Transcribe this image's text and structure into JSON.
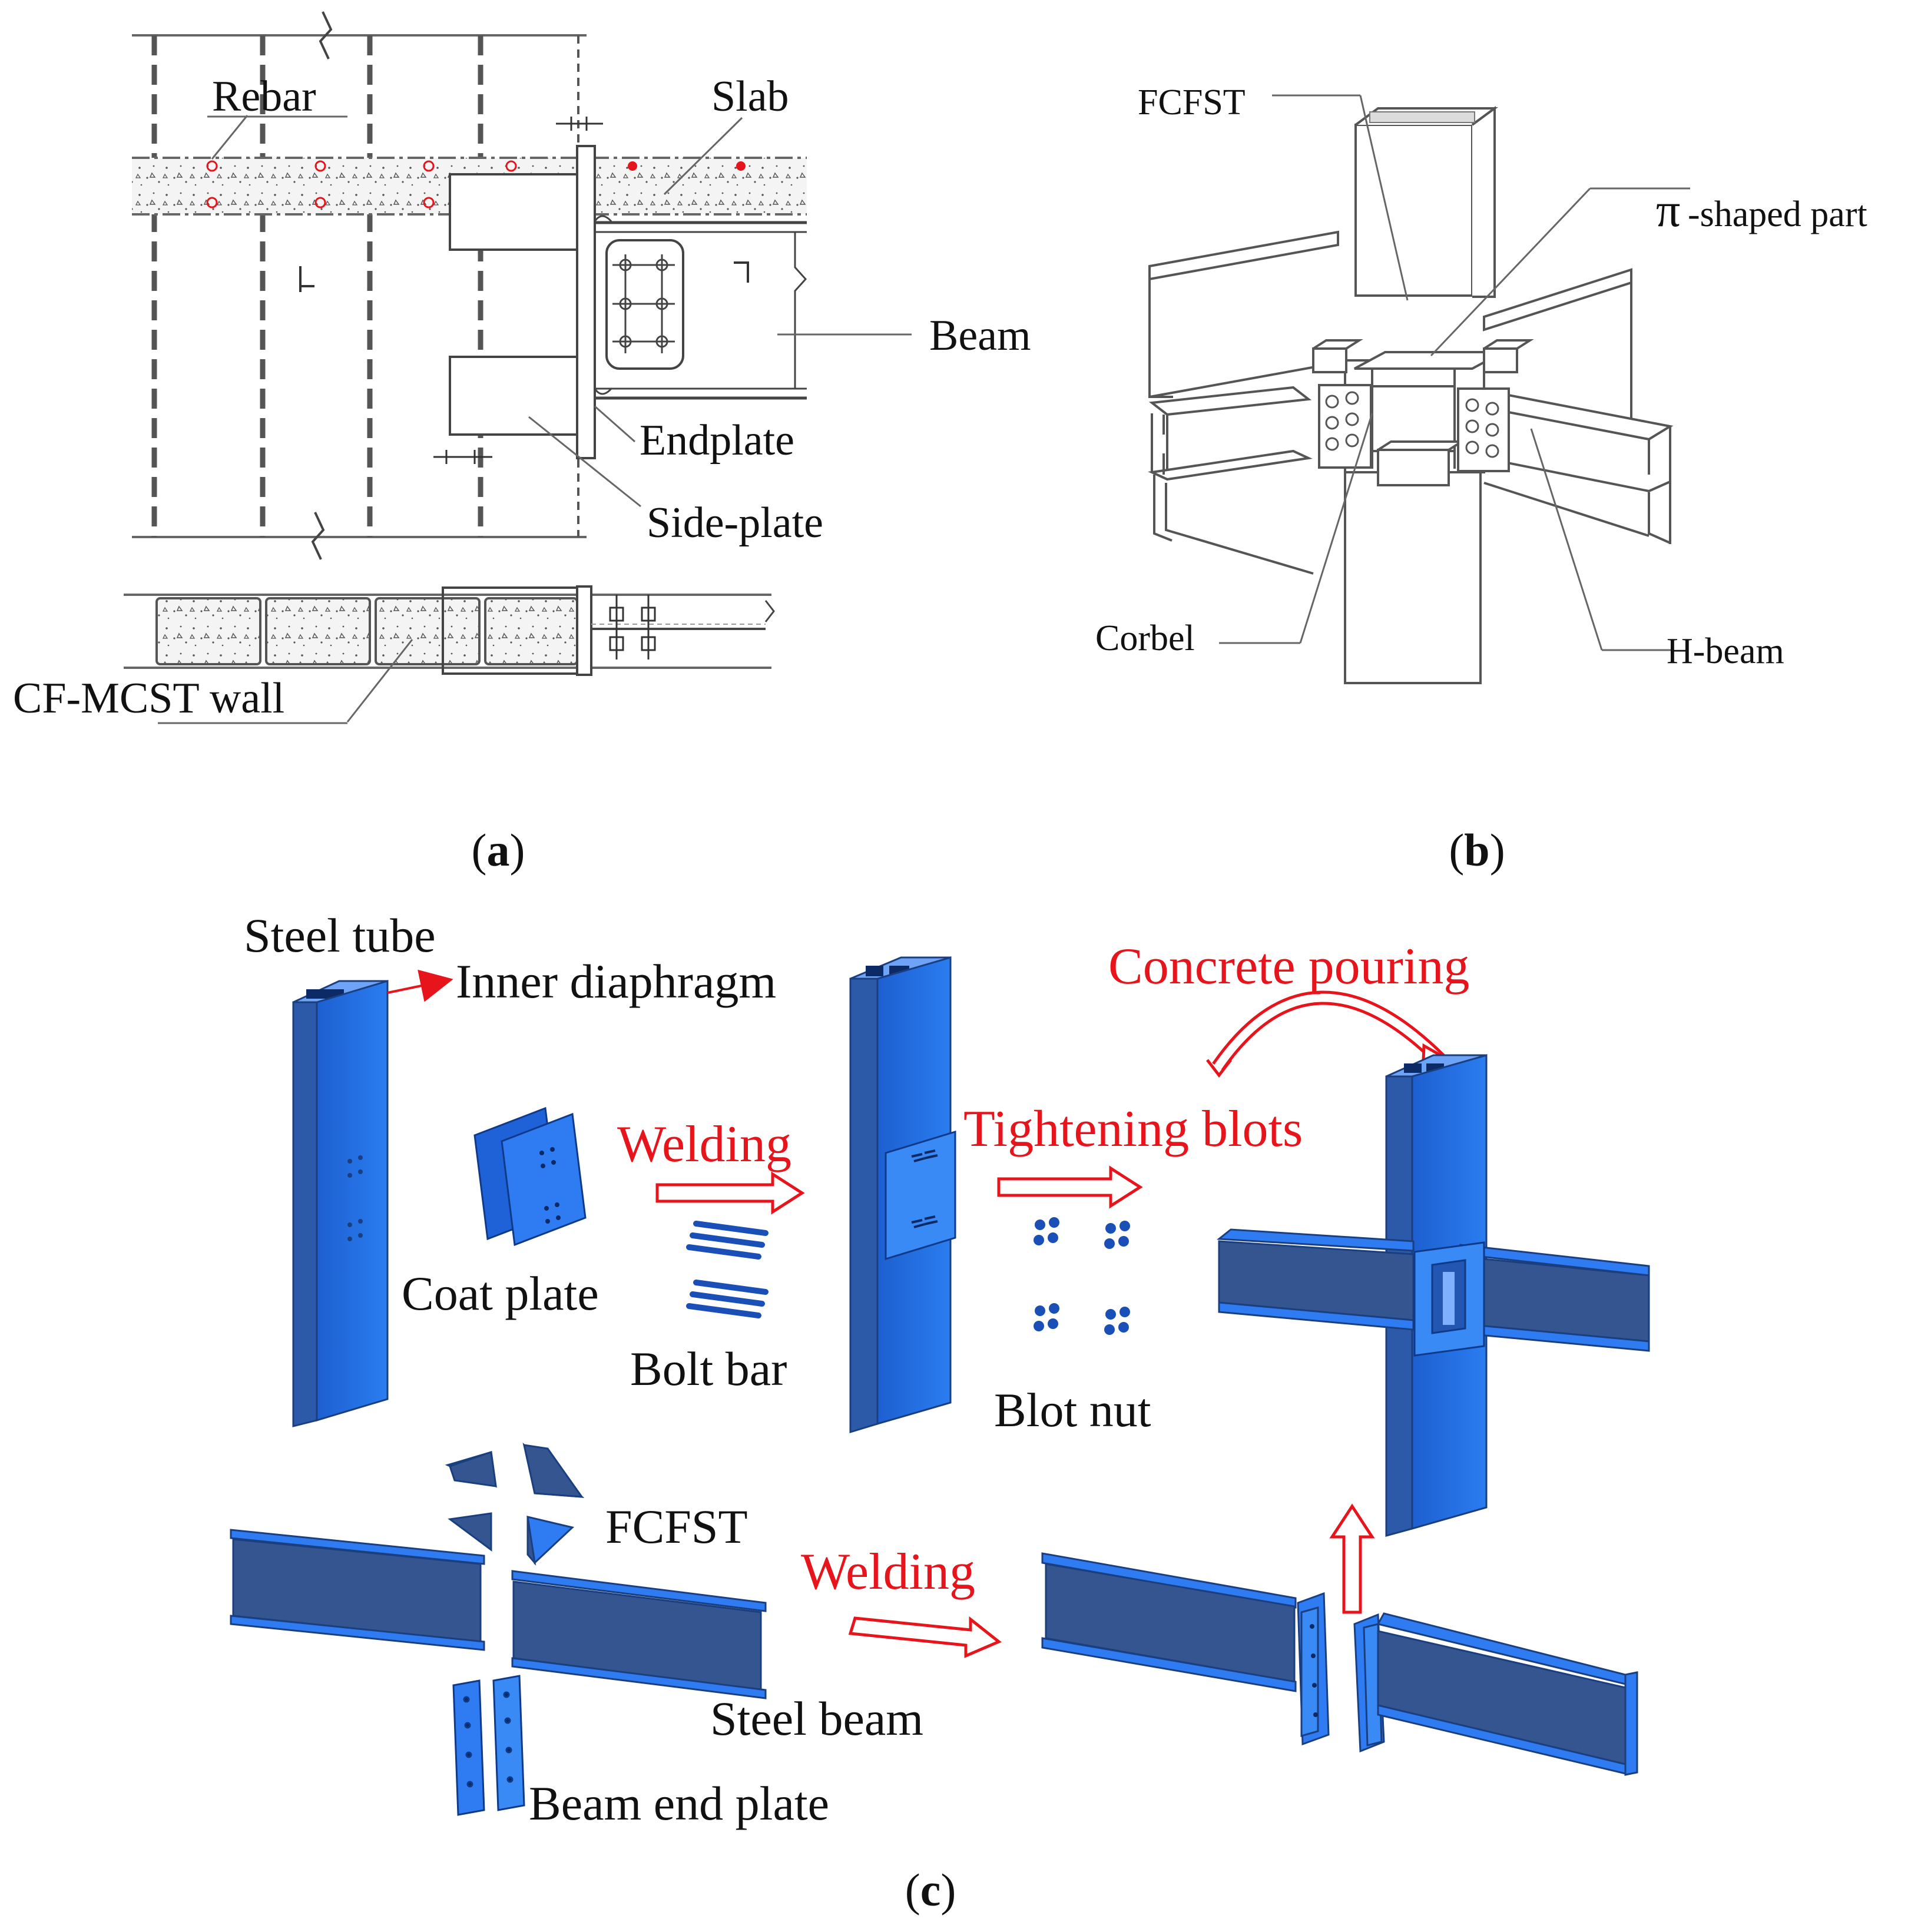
{
  "panel_a": {
    "label_rebar": "Rebar",
    "label_slab": "Slab",
    "label_beam": "Beam",
    "label_endplate": "Endplate",
    "label_sideplate": "Side-plate",
    "label_wall": "CF-MCST wall",
    "caption": "a"
  },
  "panel_b": {
    "label_fcfst": "FCFST",
    "label_pi_symbol": "π",
    "label_pi_text": "-shaped part",
    "label_corbel": "Corbel",
    "label_hbeam": "H-beam",
    "caption": "b"
  },
  "panel_c": {
    "label_steel_tube": "Steel tube",
    "label_inner_diaphragm": "Inner diaphragm",
    "label_coat_plate": "Coat plate",
    "label_bolt_bar": "Bolt bar",
    "label_blot_nut": "Blot nut",
    "label_welding_1": "Welding",
    "label_tightening": "Tightening blots",
    "label_concrete": "Concrete pouring",
    "label_fcfst": "FCFST",
    "label_welding_2": "Welding",
    "label_steel_beam": "Steel beam",
    "label_beam_end_plate": "Beam end plate",
    "caption": "c"
  },
  "colors": {
    "steel_blue": "#1f6fe0",
    "steel_dark": "#2b4a86",
    "process_red": "#e8141c"
  }
}
